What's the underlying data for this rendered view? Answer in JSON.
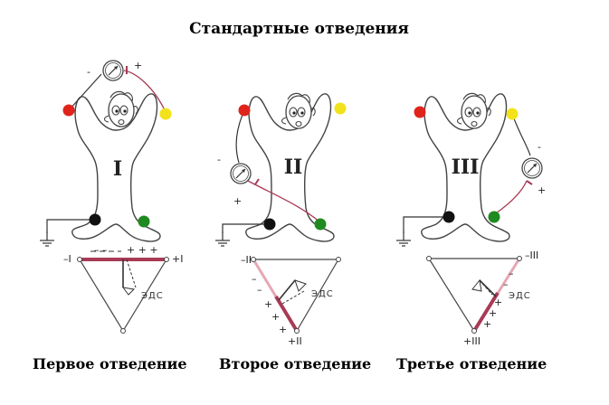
{
  "title": "Стандартные отведения",
  "leads": [
    {
      "numeral": "I",
      "caption": "Первое отведение",
      "meter_minus": "-",
      "meter_plus": "+",
      "tri_left": "–I",
      "tri_right": "+I",
      "tri_charges": "+ + +",
      "tri_dashes": "– –",
      "eds": "ЭДС"
    },
    {
      "numeral": "II",
      "caption": "Второе отведение",
      "meter_minus": "-",
      "meter_plus": "+",
      "tri_left": "–II",
      "tri_bottom": "+II",
      "eds": "ЭДС"
    },
    {
      "numeral": "III",
      "caption": "Третье отведение",
      "meter_minus": "-",
      "meter_plus": "+",
      "tri_right": "–III",
      "tri_bottom": "+III",
      "eds": "ЭДС"
    }
  ],
  "colors": {
    "electrode_right_arm": "#e0241b",
    "electrode_left_arm": "#f2e21c",
    "electrode_right_leg": "#111111",
    "electrode_left_leg": "#1f8a1f",
    "lead_wire": "#a83a55",
    "triangle_pink": "#e6a7b5",
    "outline": "#333333"
  }
}
